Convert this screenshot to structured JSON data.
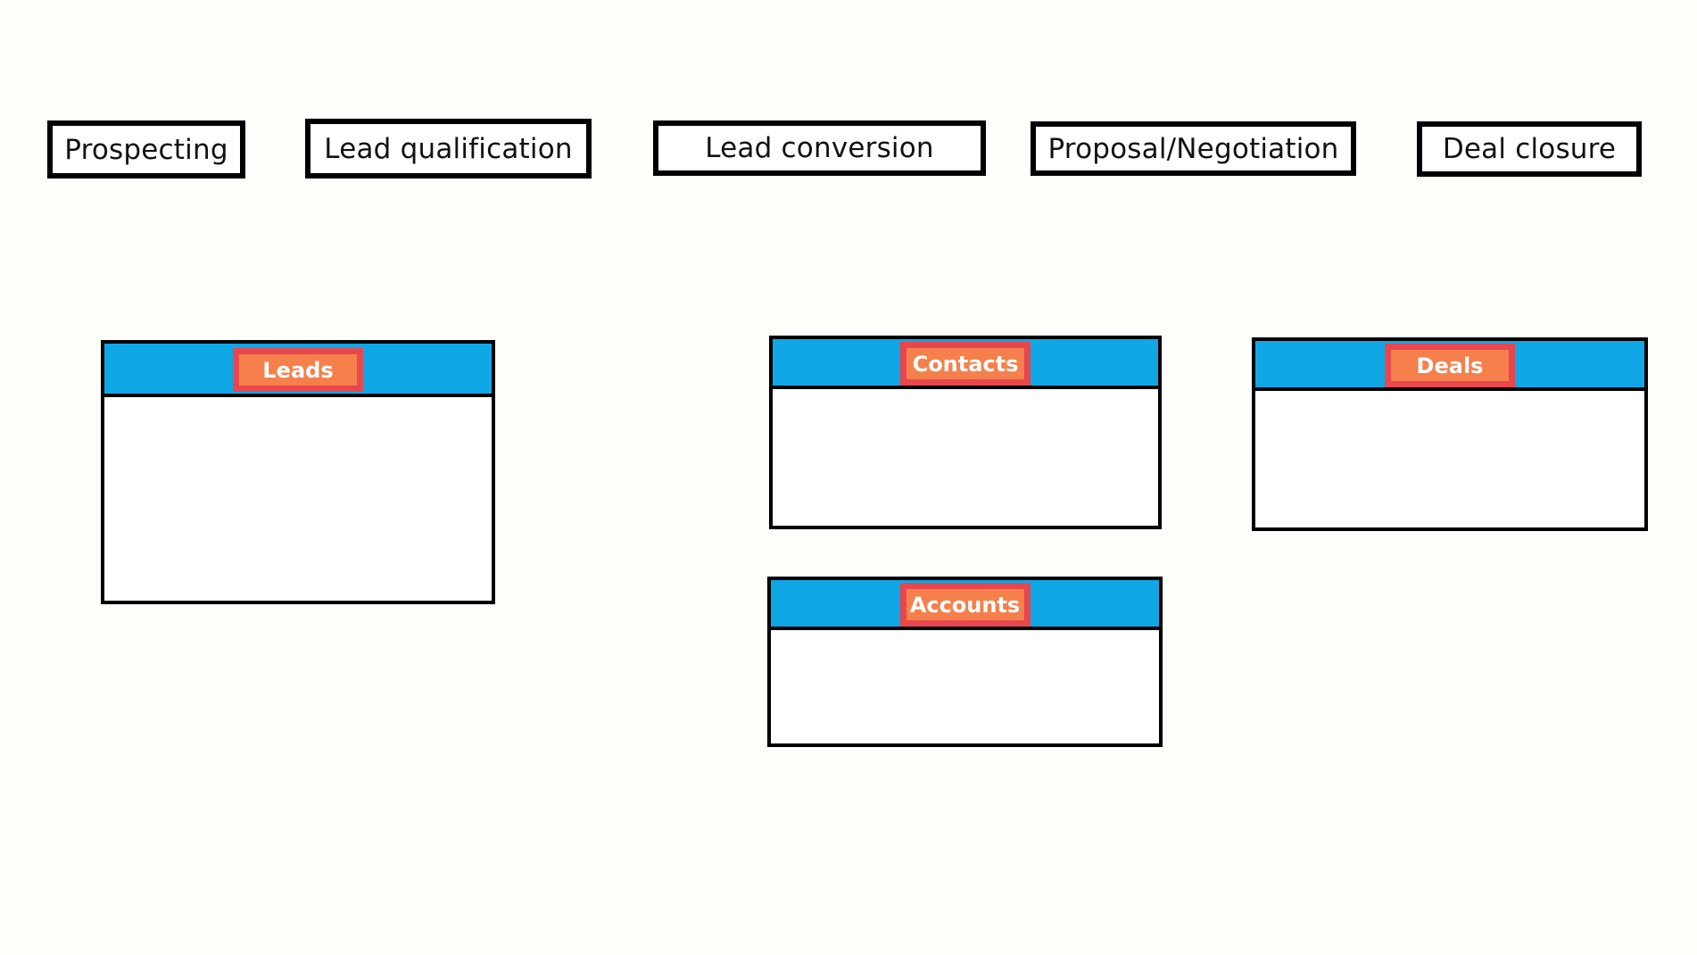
{
  "canvas": {
    "background": "#FDFDFA"
  },
  "colors": {
    "shape_border": "#000000",
    "header_fill": "#10A7E6",
    "badge_border": "#E8474E",
    "badge_fill": "#F5804C",
    "badge_text": "#FFFFFF",
    "stage_text": "#111111"
  },
  "pipeline_stages": [
    {
      "label": "Prospecting"
    },
    {
      "label": "Lead qualification"
    },
    {
      "label": "Lead conversion"
    },
    {
      "label": "Proposal/Negotiation"
    },
    {
      "label": "Deal closure"
    }
  ],
  "entity_cards": [
    {
      "label": "Leads"
    },
    {
      "label": "Contacts"
    },
    {
      "label": "Deals"
    },
    {
      "label": "Accounts"
    }
  ]
}
